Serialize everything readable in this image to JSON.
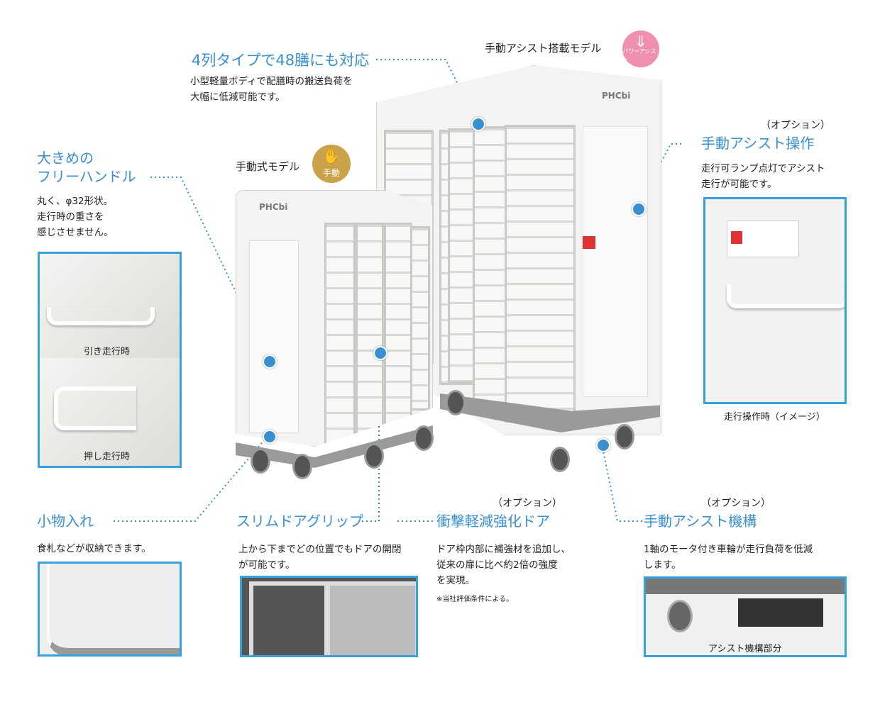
{
  "top": {
    "title": "4列タイプで48膳にも対応",
    "body": [
      "小型軽量ボディで配膳時の搬送負荷を",
      "大幅に低減可能です。"
    ],
    "assist_model_label": "手動アシスト搭載モデル",
    "assist_badge": "パワーアシスト"
  },
  "handle": {
    "title": [
      "大きめの",
      "フリーハンドル"
    ],
    "body": [
      "丸く、φ32形状。",
      "走行時の重さを",
      "感じさせません。"
    ],
    "captions": [
      "引き走行時",
      "押し走行時"
    ]
  },
  "manual_model": {
    "label": "手動式モデル",
    "badge": "手動"
  },
  "assist_operation": {
    "option": "（オプション）",
    "title": "手動アシスト操作",
    "body": [
      "走行可ランプ点灯でアシスト",
      "走行が可能です。"
    ],
    "caption": "走行操作時（イメージ）"
  },
  "compartment": {
    "title": "小物入れ",
    "body": "食札などが収納できます。"
  },
  "door_grip": {
    "title": "スリムドアグリップ",
    "body": [
      "上から下までどの位置でもドアの開閉",
      "が可能です。"
    ]
  },
  "impact_door": {
    "option": "（オプション）",
    "title": "衝撃軽減強化ドア",
    "body": [
      "ドア枠内部に補強材を追加し、",
      "従来の扉に比べ約2倍の強度",
      "を実現。"
    ],
    "note": "※当社評価条件による。"
  },
  "assist_mechanism": {
    "option": "（オプション）",
    "title": "手動アシスト機構",
    "body": [
      "1軸のモータ付き車輪が走行負荷を低減",
      "します。"
    ],
    "caption": "アシスト機構部分"
  },
  "brand": "PHCbi",
  "colors": {
    "accent": "#3a8fd0",
    "frame": "#35a2dd",
    "pink": "#f08fb0",
    "gold": "#c9a24a"
  }
}
